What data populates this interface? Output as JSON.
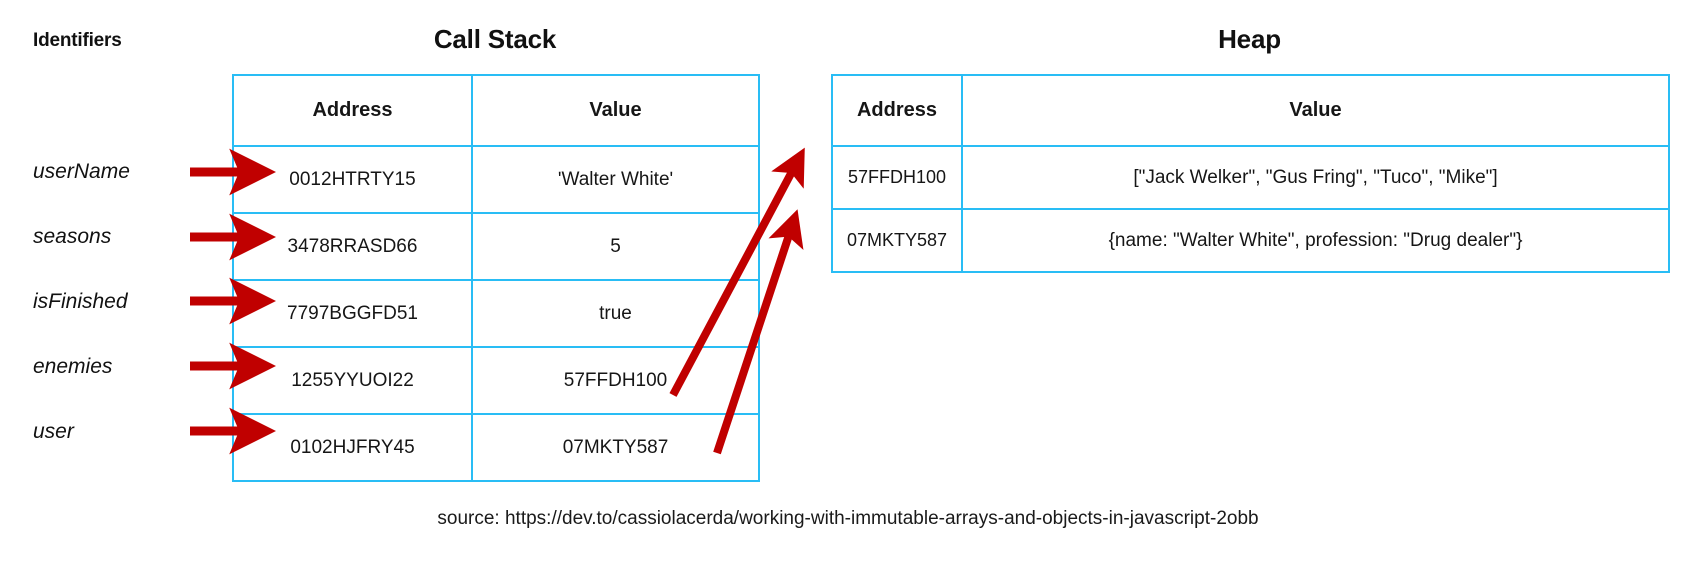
{
  "headings": {
    "identifiers": "Identifiers",
    "call_stack": "Call Stack",
    "heap": "Heap"
  },
  "colors": {
    "table_border": "#29BDF5",
    "arrow": "#C00000",
    "text": "#111111",
    "background": "#FFFFFF"
  },
  "call_stack": {
    "columns": [
      "Address",
      "Value"
    ],
    "rows": [
      {
        "identifier": "userName",
        "address": "0012HTRTY15",
        "value": "ʹWalter Whiteʹ"
      },
      {
        "identifier": "seasons",
        "address": "3478RRASD66",
        "value": "5"
      },
      {
        "identifier": "isFinished",
        "address": "7797BGGFD51",
        "value": "true"
      },
      {
        "identifier": "enemies",
        "address": "1255YYUOI22",
        "value": "57FFDH100"
      },
      {
        "identifier": "user",
        "address": "0102HJFRY45",
        "value": "07MKTY587"
      }
    ]
  },
  "heap": {
    "columns": [
      "Address",
      "Value"
    ],
    "rows": [
      {
        "address": "57FFDH100",
        "value": "[\"Jack Welker\", \"Gus Fring\", \"Tuco\", \"Mike\"]"
      },
      {
        "address": "07MKTY587",
        "value": "{name: \"Walter White\", profession: \"Drug dealer\"}"
      }
    ]
  },
  "pointer_arrows": [
    {
      "from": "call_stack.enemies.value",
      "to": "heap.57FFDH100"
    },
    {
      "from": "call_stack.user.value",
      "to": "heap.07MKTY587"
    }
  ],
  "source": "source: https://dev.to/cassiolacerda/working-with-immutable-arrays-and-objects-in-javascript-2obb"
}
